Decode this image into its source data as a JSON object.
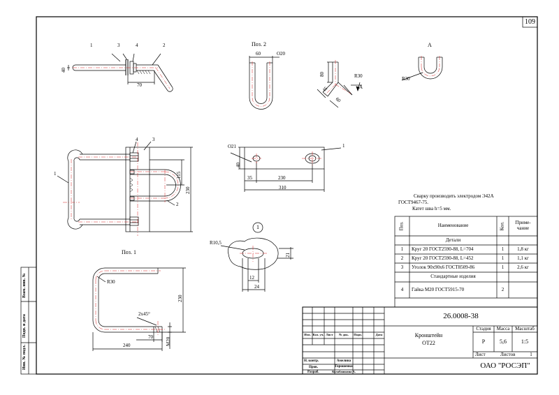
{
  "sheet_number": "109",
  "views": {
    "poz2": "Поз. 2",
    "poz1": "Поз. 1",
    "view_a": "А",
    "callout_1": "1"
  },
  "dimensions": {
    "top_left": {
      "d40": "40",
      "d70": "70",
      "l1": "1",
      "l2": "2",
      "l3": "3",
      "l4": "4"
    },
    "poz2": {
      "d60": "60",
      "o20": "О20"
    },
    "poz2_side": {
      "d80": "80",
      "r30": "R30",
      "d45": "45",
      "d60": "60",
      "section_mark": "А"
    },
    "view_a": {
      "r30": "R30"
    },
    "plate": {
      "o21": "О21",
      "d40": "40",
      "d35": "35",
      "d230": "230",
      "d310": "310",
      "l1": "1"
    },
    "assembly": {
      "l1": "1",
      "l2": "2",
      "l3": "3",
      "l4": "4",
      "d115": "115",
      "d230": "230"
    },
    "detail1": {
      "r105": "R10,5",
      "d21": "21",
      "d12": "12",
      "d24": "24"
    },
    "poz1": {
      "r30": "R30",
      "d230": "230",
      "chamfer": "2х45°",
      "d70": "70",
      "m20": "М20",
      "d240": "240"
    }
  },
  "notes": [
    "Сварку производить электродом Э42А",
    "ГОСТ9467-75.",
    "Катет шва h=5 мм."
  ],
  "spec_table": {
    "headers": {
      "pos": "Поз.",
      "name": "Наименование",
      "qty": "Кол.",
      "note": "Приме-\nчание"
    },
    "section_details": "Детали",
    "section_standard": "Стандартные изделия",
    "rows": [
      {
        "pos": "1",
        "name": "Круг 20 ГОСТ2590-88, L=704",
        "qty": "1",
        "note": "1,8 кг"
      },
      {
        "pos": "2",
        "name": "Круг 20 ГОСТ2590-88, L=452",
        "qty": "1",
        "note": "1,1 кг"
      },
      {
        "pos": "3",
        "name": "Уголок 90х90х6 ГОСТ8509-86",
        "qty": "1",
        "note": "2,6 кг"
      }
    ],
    "standard_rows": [
      {
        "pos": "4",
        "name": "Гайка М20 ГОСТ5915-70",
        "qty": "2",
        "note": ""
      }
    ]
  },
  "title_block": {
    "code": "26.0008-38",
    "name_line1": "Кронштейн",
    "name_line2": "ОТ22",
    "stage_label": "Стадия",
    "mass_label": "Масса",
    "scale_label": "Масштаб",
    "stage": "Р",
    "mass": "5,6",
    "scale": "1:5",
    "sheet_label": "Лист",
    "sheets_label": "Листов",
    "sheets": "1",
    "company": "ОАО \"РОСЭП\"",
    "rev_headers": [
      "Изм.",
      "Кол. уч.",
      "Лист",
      "№ док.",
      "Подп.",
      "Дата"
    ],
    "roles": [
      "Н. контр.",
      "Пров.",
      "Разраб."
    ],
    "people": [
      "Амелина",
      "Горошенко",
      "Колабашкина А."
    ]
  },
  "side_stamp": [
    "Инв. № подл.",
    "Подп. и дата",
    "Взам. инв. №"
  ]
}
